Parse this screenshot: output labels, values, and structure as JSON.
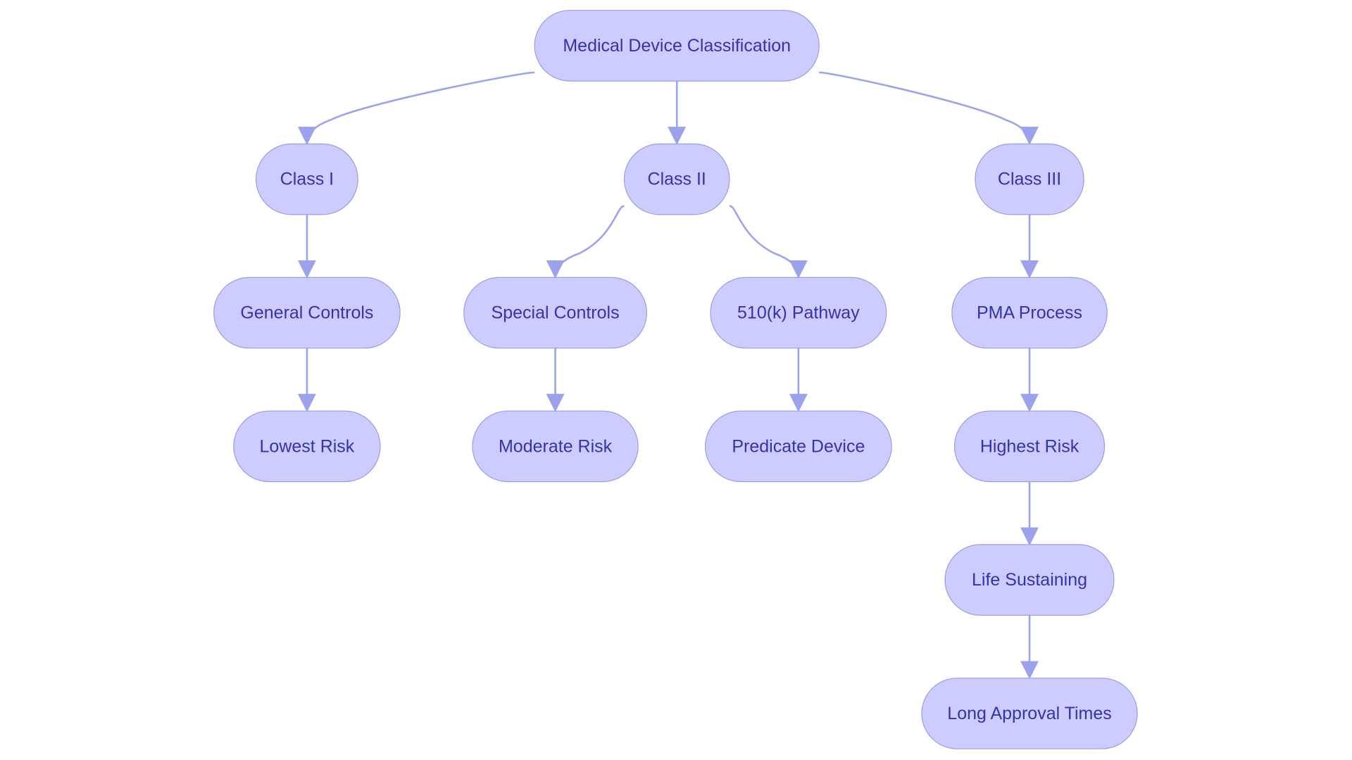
{
  "colors": {
    "node_fill": "#ccccff",
    "node_stroke": "#9c9ce0",
    "node_text": "#3333aa",
    "edge": "#9ca3ec"
  },
  "nodes": [
    {
      "id": "root",
      "label": "Medical Device Classification"
    },
    {
      "id": "class1",
      "label": "Class I"
    },
    {
      "id": "class2",
      "label": "Class II"
    },
    {
      "id": "class3",
      "label": "Class III"
    },
    {
      "id": "general",
      "label": "General Controls"
    },
    {
      "id": "special",
      "label": "Special Controls"
    },
    {
      "id": "p510k",
      "label": "510(k) Pathway"
    },
    {
      "id": "pma",
      "label": "PMA Process"
    },
    {
      "id": "lowest",
      "label": "Lowest Risk"
    },
    {
      "id": "moderate",
      "label": "Moderate Risk"
    },
    {
      "id": "predicate",
      "label": "Predicate Device"
    },
    {
      "id": "highest",
      "label": "Highest Risk"
    },
    {
      "id": "life",
      "label": "Life Sustaining"
    },
    {
      "id": "longapp",
      "label": "Long Approval Times"
    }
  ],
  "edges": [
    {
      "from": "root",
      "to": "class1"
    },
    {
      "from": "root",
      "to": "class2"
    },
    {
      "from": "root",
      "to": "class3"
    },
    {
      "from": "class1",
      "to": "general"
    },
    {
      "from": "general",
      "to": "lowest"
    },
    {
      "from": "class2",
      "to": "special"
    },
    {
      "from": "class2",
      "to": "p510k"
    },
    {
      "from": "special",
      "to": "moderate"
    },
    {
      "from": "p510k",
      "to": "predicate"
    },
    {
      "from": "class3",
      "to": "pma"
    },
    {
      "from": "pma",
      "to": "highest"
    },
    {
      "from": "highest",
      "to": "life"
    },
    {
      "from": "life",
      "to": "longapp"
    }
  ]
}
